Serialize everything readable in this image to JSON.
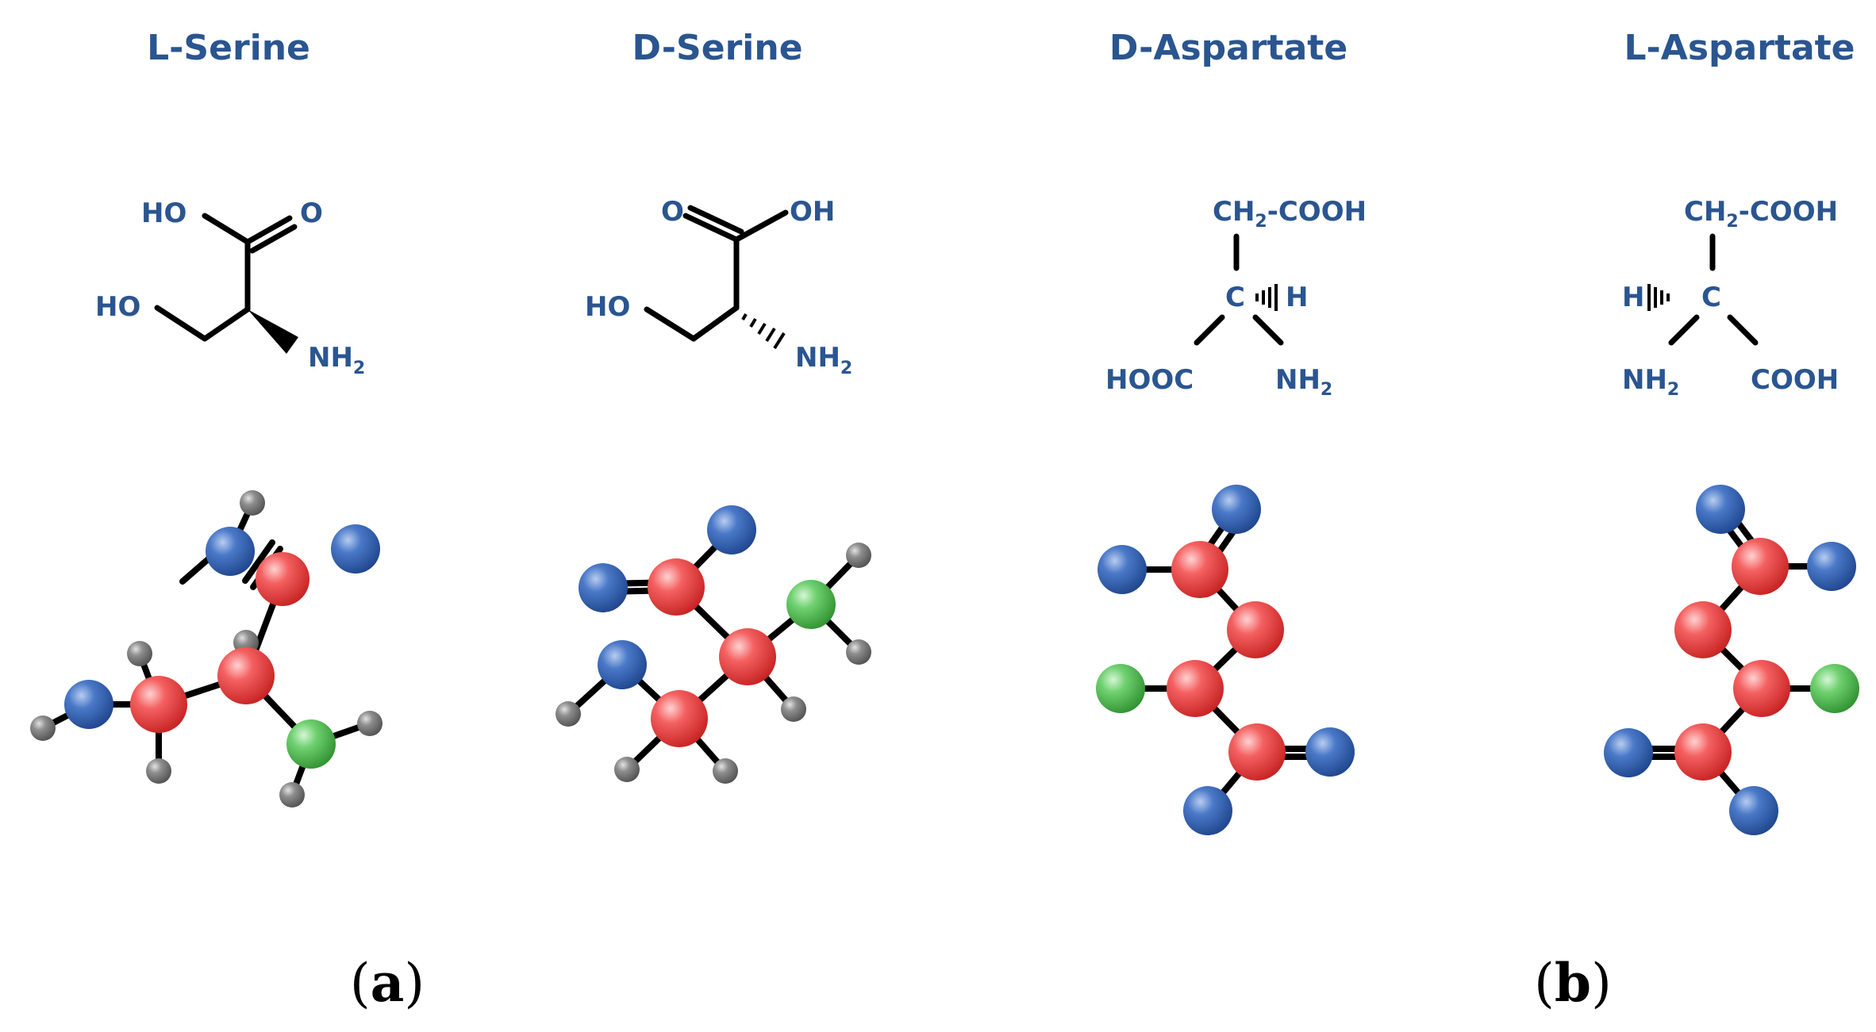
{
  "molecules": [
    {
      "name": "L-Serine",
      "groups": [
        "HO",
        "O",
        "HO",
        "NH",
        "2"
      ]
    },
    {
      "name": "D-Serine",
      "groups": [
        "O",
        "OH",
        "HO",
        "NH",
        "2"
      ]
    },
    {
      "name": "D-Aspartate",
      "groups": [
        "CH",
        "2",
        "-COOH",
        "C",
        "H",
        "HOOC",
        "NH",
        "2"
      ]
    },
    {
      "name": "L-Aspartate",
      "groups": [
        "CH",
        "2",
        "-COOH",
        "H",
        "C",
        "NH",
        "2",
        "COOH"
      ]
    }
  ],
  "panels": [
    {
      "open": "(",
      "letter": "a",
      "close": ")"
    },
    {
      "open": "(",
      "letter": "b",
      "close": ")"
    }
  ],
  "colors": {
    "label_text": "#2a5590",
    "atom_red": "#ee3b3b",
    "atom_blue": "#2f62b6",
    "atom_green": "#4cc24c",
    "atom_gray": "#7a7a7a",
    "bond": "#000000"
  }
}
